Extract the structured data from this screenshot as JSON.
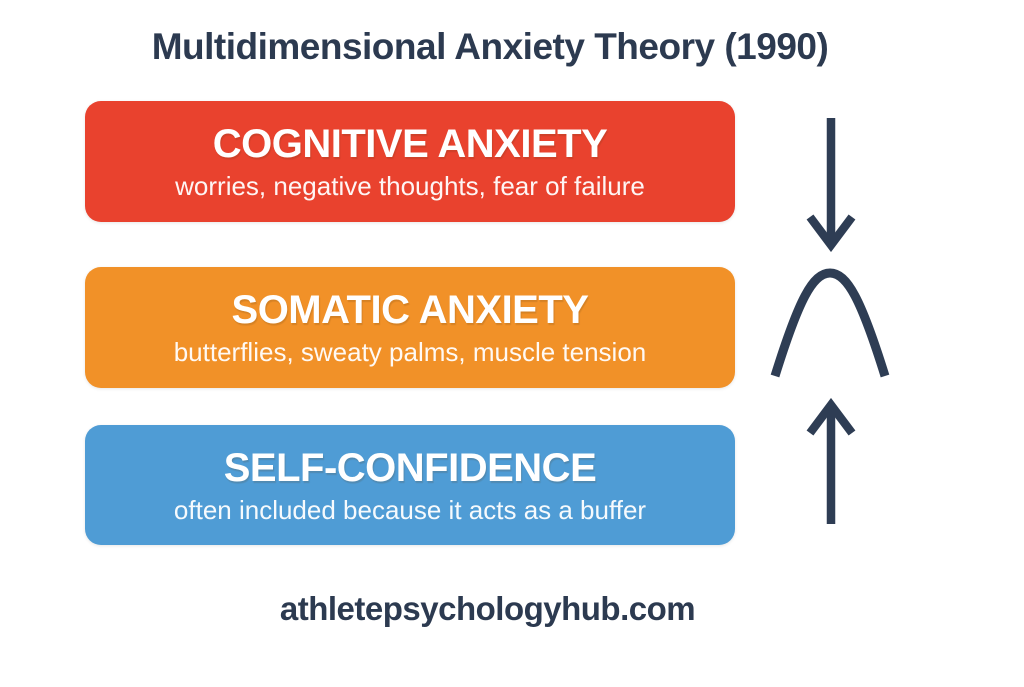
{
  "title": "Multidimensional Anxiety Theory (1990)",
  "footer": "athletepsychologyhub.com",
  "colors": {
    "background": "#FFFFFF",
    "ink": "#2C3A50",
    "arrow": "#2E3D54",
    "heading_text": "#FFFFFF",
    "cognitive_red": "#E9422E",
    "somatic_orange": "#F19128",
    "confidence_blue": "#4F9CD5"
  },
  "boxes": [
    {
      "heading": "COGNITIVE ANXIETY",
      "description": "worries, negative thoughts, fear of failure",
      "color": "#E9422E"
    },
    {
      "heading": "SOMATIC ANXIETY",
      "description": "butterflies, sweaty palms, muscle tension",
      "color": "#F19128"
    },
    {
      "heading": "SELF-CONFIDENCE",
      "description": "often included because it acts as a buffer",
      "color": "#4F9CD5"
    }
  ],
  "icons": [
    "down-arrow-icon",
    "inverted-u-curve-icon",
    "up-arrow-icon"
  ]
}
